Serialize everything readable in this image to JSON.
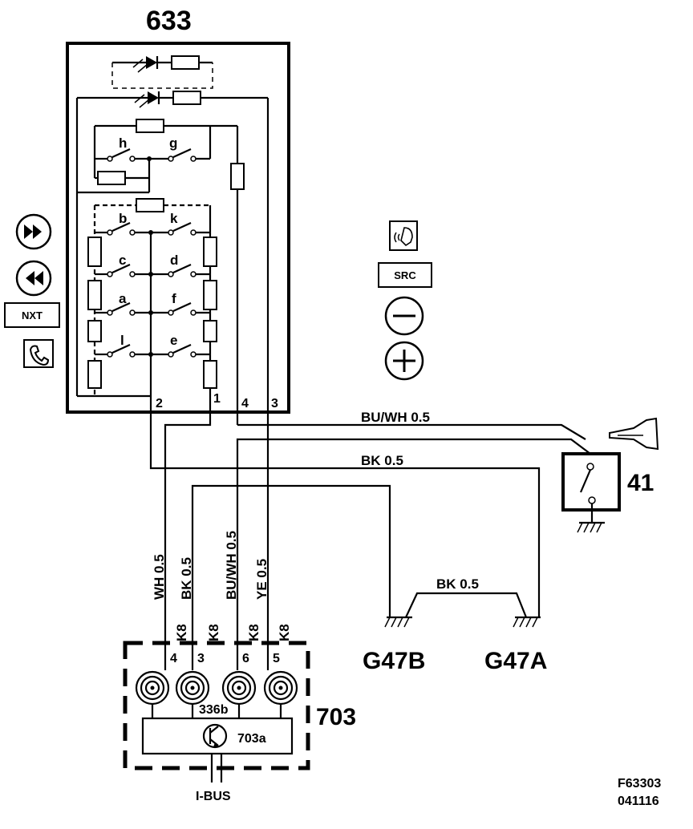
{
  "components": {
    "switch_block": {
      "id": "633",
      "pins": [
        "2",
        "1",
        "4",
        "3"
      ],
      "switch_labels": [
        "h",
        "g",
        "b",
        "k",
        "c",
        "d",
        "a",
        "f",
        "l",
        "e"
      ]
    },
    "horn": {
      "id": "41"
    },
    "module": {
      "id": "703",
      "sub_id": "703a",
      "coil_label": "336b",
      "pins": [
        "4",
        "3",
        "6",
        "5"
      ],
      "connector": "K8",
      "bus": "I-BUS"
    },
    "grounds": [
      "G47B",
      "G47A"
    ]
  },
  "wires": {
    "horizontal": [
      "BU/WH  0.5",
      "BK   0.5",
      "BK   0.5"
    ],
    "vertical": [
      "WH  0.5",
      "BK  0.5",
      "BU/WH  0.5",
      "YE  0.5"
    ]
  },
  "buttons": {
    "nxt": "NXT",
    "src": "SRC",
    "icons": [
      "fast-forward-icon",
      "rewind-icon",
      "phone-icon",
      "voice-icon",
      "minus-icon",
      "plus-icon"
    ]
  },
  "footer": {
    "code": "F63303",
    "date": "041116"
  }
}
